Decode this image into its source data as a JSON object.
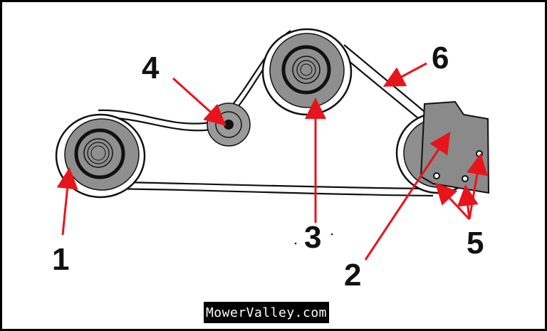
{
  "diagram": {
    "callouts": {
      "c1": "1",
      "c2": "2",
      "c3": "3",
      "c4": "4",
      "c5": "5",
      "c6": "6"
    },
    "watermark": "MowerValley.com",
    "colors": {
      "arrow": "#e8141c",
      "pulley": "#8f8f8f",
      "outline": "#111111",
      "background": "#ffffff"
    }
  }
}
